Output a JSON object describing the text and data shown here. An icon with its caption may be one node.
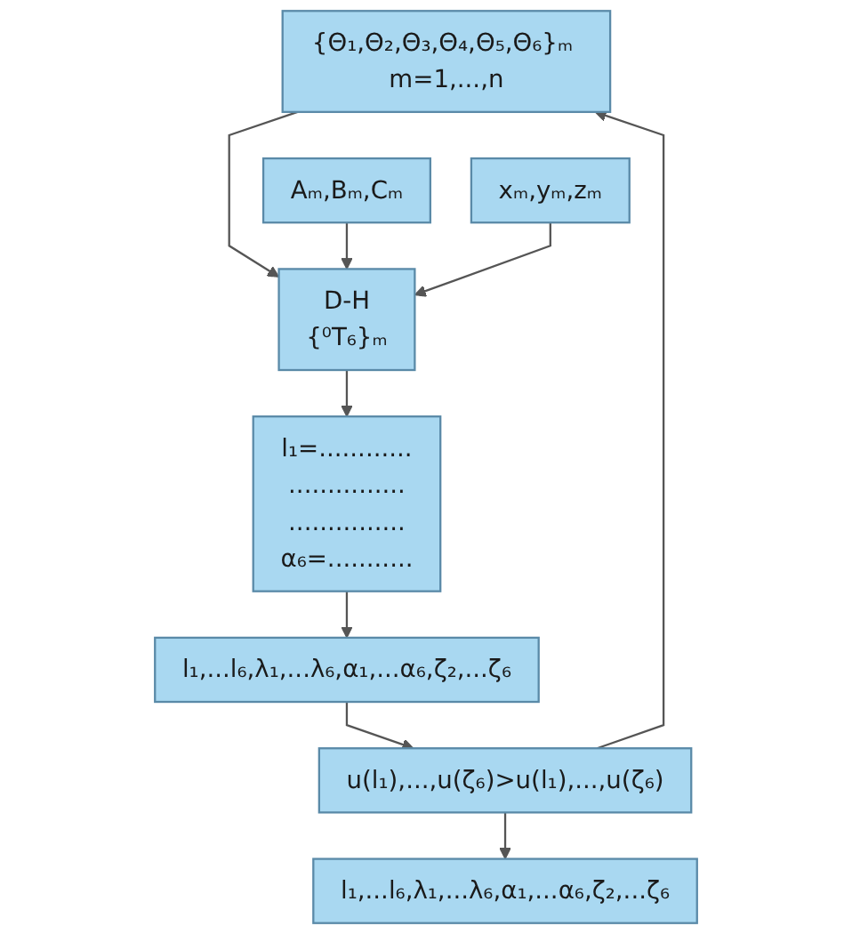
{
  "diagram": {
    "nodes": [
      {
        "text": [
          "{Θ₁,Θ₂,Θ₃,Θ₄,Θ₅,Θ₆}ₘ m=1,...,n"
        ]
      },
      {
        "text": [
          "Aₘ,Bₘ,Cₘ"
        ]
      },
      {
        "text": [
          "D-H",
          "{⁰T₆}ₘ"
        ]
      },
      {
        "text": [
          "xₘ,yₘ,zₘ"
        ]
      },
      {
        "text": [
          "l₁=............",
          "...............",
          "...............",
          "α₆=..........."
        ]
      },
      {
        "text": [
          "l₁,...l₆,λ₁,...λ₆,α₁,...α₆,ζ₂,...ζ₆"
        ]
      },
      {
        "text": [
          "u(l₁),...,u(ζ₆)>u(l₁),...,u(ζ₆)"
        ]
      },
      {
        "text": [
          "l₁,...l₆,λ₁,...λ₆,α₁,...α₆,ζ₂,...ζ₆"
        ]
      }
    ],
    "edges": [
      {
        "from": 0,
        "to": 2,
        "arrow": "to"
      },
      {
        "from": 1,
        "to": 2,
        "arrow": "to"
      },
      {
        "from": 3,
        "to": 2,
        "arrow": "to"
      },
      {
        "from": 2,
        "to": 4,
        "arrow": "to"
      },
      {
        "from": 4,
        "to": 5,
        "arrow": "to"
      },
      {
        "from": 5,
        "to": 6,
        "arrow": "to"
      },
      {
        "from": 6,
        "to": 7,
        "arrow": "to"
      },
      {
        "from": 6,
        "to": 0,
        "arrow": "to"
      }
    ]
  }
}
